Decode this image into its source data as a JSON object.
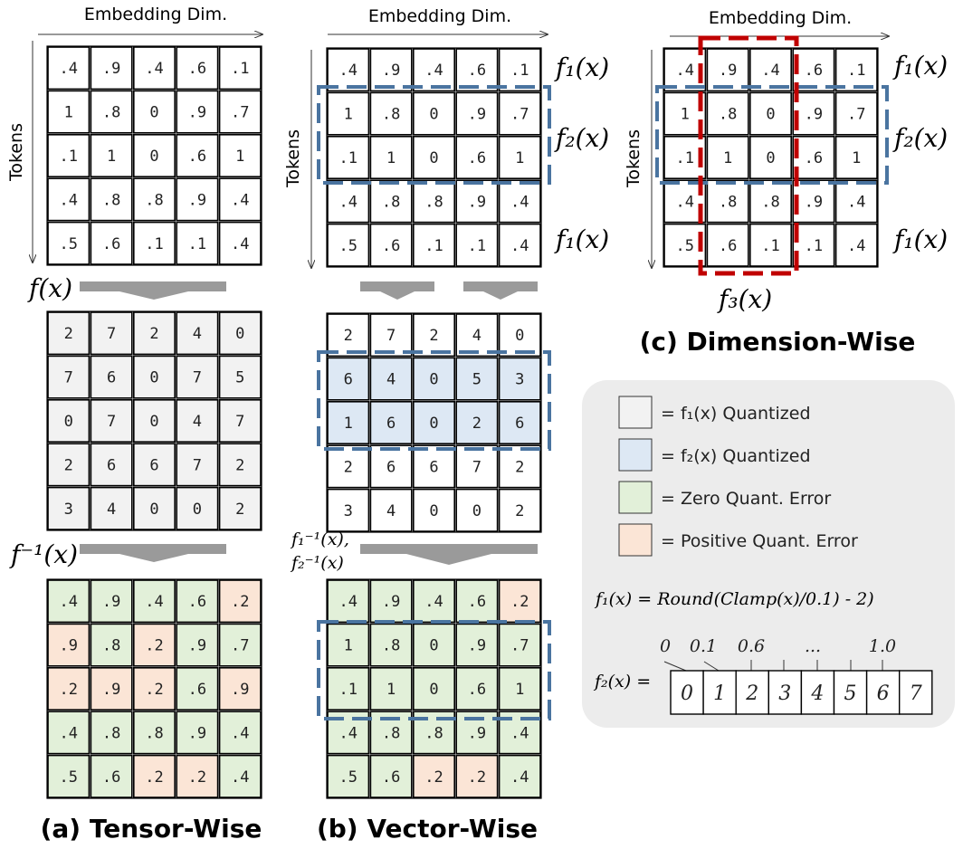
{
  "labels": {
    "embedding_dim": "Embedding Dim.",
    "tokens": "Tokens"
  },
  "func_labels": {
    "f1": "f₁(x)",
    "f2": "f₂(x)",
    "f3": "f₃(x)",
    "f": "f(x)",
    "f_inv": "f⁻¹(x)",
    "f1_inv": "f₁⁻¹(x),",
    "f2_inv": "f₂⁻¹(x)"
  },
  "captions": {
    "a": "(a) Tensor-Wise",
    "b": "(b) Vector-Wise",
    "c": "(c) Dimension-Wise"
  },
  "matrices": {
    "input": [
      [
        ".4",
        ".9",
        ".4",
        ".6",
        ".1"
      ],
      [
        "1",
        ".8",
        "0",
        ".9",
        ".7"
      ],
      [
        ".1",
        "1",
        "0",
        ".6",
        "1"
      ],
      [
        ".4",
        ".8",
        ".8",
        ".9",
        ".4"
      ],
      [
        ".5",
        ".6",
        ".1",
        ".1",
        ".4"
      ]
    ],
    "a_quant": [
      [
        "2",
        "7",
        "2",
        "4",
        "0"
      ],
      [
        "7",
        "6",
        "0",
        "7",
        "5"
      ],
      [
        "0",
        "7",
        "0",
        "4",
        "7"
      ],
      [
        "2",
        "6",
        "6",
        "7",
        "2"
      ],
      [
        "3",
        "4",
        "0",
        "0",
        "2"
      ]
    ],
    "a_dequant": [
      [
        ".4",
        ".9",
        ".4",
        ".6",
        ".2"
      ],
      [
        ".9",
        ".8",
        ".2",
        ".9",
        ".7"
      ],
      [
        ".2",
        ".9",
        ".2",
        ".6",
        ".9"
      ],
      [
        ".4",
        ".8",
        ".8",
        ".9",
        ".4"
      ],
      [
        ".5",
        ".6",
        ".2",
        ".2",
        ".4"
      ]
    ],
    "a_dequant_error": [
      [
        0,
        0,
        0,
        0,
        1
      ],
      [
        1,
        0,
        1,
        0,
        0
      ],
      [
        1,
        1,
        1,
        0,
        1
      ],
      [
        0,
        0,
        0,
        0,
        0
      ],
      [
        0,
        0,
        1,
        1,
        0
      ]
    ],
    "b_quant": [
      [
        "2",
        "7",
        "2",
        "4",
        "0"
      ],
      [
        "6",
        "4",
        "0",
        "5",
        "3"
      ],
      [
        "1",
        "6",
        "0",
        "2",
        "6"
      ],
      [
        "2",
        "6",
        "6",
        "7",
        "2"
      ],
      [
        "3",
        "4",
        "0",
        "0",
        "2"
      ]
    ],
    "b_dequant": [
      [
        ".4",
        ".9",
        ".4",
        ".6",
        ".2"
      ],
      [
        "1",
        ".8",
        "0",
        ".9",
        ".7"
      ],
      [
        ".1",
        "1",
        "0",
        ".6",
        "1"
      ],
      [
        ".4",
        ".8",
        ".8",
        ".9",
        ".4"
      ],
      [
        ".5",
        ".6",
        ".2",
        ".2",
        ".4"
      ]
    ],
    "b_dequant_error": [
      [
        0,
        0,
        0,
        0,
        1
      ],
      [
        0,
        0,
        0,
        0,
        0
      ],
      [
        0,
        0,
        0,
        0,
        0
      ],
      [
        0,
        0,
        0,
        0,
        0
      ],
      [
        0,
        0,
        1,
        1,
        0
      ]
    ]
  },
  "legend": {
    "items": [
      {
        "label": "= f₁(x) Quantized",
        "color": "#f2f2f2"
      },
      {
        "label": "= f₂(x) Quantized",
        "color": "#dde8f4"
      },
      {
        "label": "= Zero Quant. Error",
        "color": "#e2f0d9"
      },
      {
        "label": "= Positive Quant. Error",
        "color": "#fbe5d6"
      }
    ],
    "formula": "f₁(x) = Round(Clamp(x)/0.1) - 2)",
    "f2_label": "f₂(x) =",
    "scale_labels": [
      "0",
      "0.1",
      "0.6",
      "...",
      "1.0"
    ],
    "bins": [
      "0",
      "1",
      "2",
      "3",
      "4",
      "5",
      "6",
      "7"
    ]
  },
  "colors": {
    "f1_quant": "#f2f2f2",
    "f2_quant": "#dde8f4",
    "zero_error": "#e2f0d9",
    "positive_error": "#fbe5d6",
    "blue_dash": "#4a74a0",
    "red_dash": "#c00000",
    "arrow_gray": "#9a9a9a",
    "legend_bg": "#ececec"
  }
}
